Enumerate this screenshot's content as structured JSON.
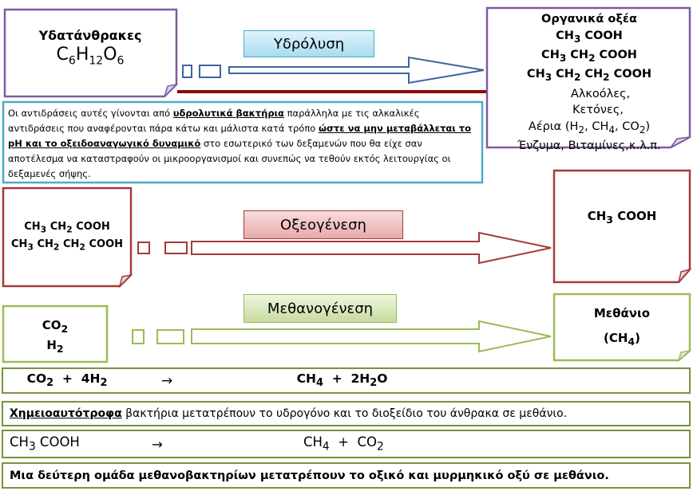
{
  "hydrolysis": {
    "source_title": "Υδατάνθρακες",
    "source_formula": [
      "C",
      "6",
      "H",
      "12",
      "O",
      "6"
    ],
    "label": "Υδρόλυση",
    "products_title": "Οργανικά οξέα",
    "acid1": [
      "CH",
      "3",
      " COOH"
    ],
    "acid2": [
      "CH",
      "3",
      " CH",
      "2",
      " COOH"
    ],
    "acid3": [
      "CH",
      "3",
      " CH",
      "2",
      " CH",
      "2",
      " COOH"
    ],
    "other1": "Αλκοόλες,",
    "other2": "Κετόνες,",
    "gases": [
      "Αέρια (H",
      "2",
      ", CH",
      "4",
      ", CO",
      "2",
      ")"
    ],
    "other4": "Ένζυμα, Βιταμίνες,κ.λ.π."
  },
  "note": {
    "t1": "Οι αντιδράσεις αυτές γίνονται από ",
    "t2": "υδρολυτικά βακτήρια",
    "t3": " παράλληλα με τις αλκαλικές αντιδράσεις που αναφέρονται πάρα κάτω και μάλιστα κατά τρόπο ",
    "t4": "ώστε να μην μεταβάλλεται το pH και το οξειδοαναγωγικό δυναμικό",
    "t5": " στο εσωτερικό των δεξαμενών που θα είχε σαν αποτέλεσμα να καταστραφούν οι μικροοργανισμοί και συνεπώς να τεθούν εκτός λειτουργίας οι δεξαμενές σήψης."
  },
  "acidogenesis": {
    "src1": [
      "CH",
      "3",
      " CH",
      "2",
      " COOH"
    ],
    "src2": [
      "CH",
      "3",
      " CH",
      "2",
      " CH",
      "2",
      " COOH"
    ],
    "label": "Οξεογένεση",
    "product": [
      "CH",
      "3",
      " COOH"
    ]
  },
  "methanogenesis": {
    "src1": [
      "CO",
      "2"
    ],
    "src2": [
      "H",
      "2"
    ],
    "label": "Μεθανογένεση",
    "product1": "Μεθάνιο",
    "product2": [
      "(CH",
      "4",
      ")"
    ]
  },
  "reactions": {
    "r1_left": [
      "CO",
      "2",
      "  +  4H",
      "2"
    ],
    "r1_arrow": "→",
    "r1_right": [
      "CH",
      "4",
      "  +  2H",
      "2",
      "O"
    ],
    "r2_u": "Χημειοαυτότροφα",
    "r2_rest": " βακτήρια μετατρέπουν το υδρογόνο και το διοξείδιο του άνθρακα σε μεθάνιο.",
    "r3_left": [
      "CH",
      "3",
      " COOH"
    ],
    "r3_arrow": "→",
    "r3_right": [
      "CH",
      "4",
      "  +  CO",
      "2"
    ],
    "r4": "Μια δεύτερη ομάδα μεθανοβακτηρίων μετατρέπουν το οξικό και μυρμηκικό οξύ σε μεθάνιο."
  },
  "colors": {
    "purple": "#7f5aa1",
    "teal": "#4bacc6",
    "red": "#a33a3a",
    "green": "#9bbb59",
    "dark_red": "#8b0a0a"
  }
}
